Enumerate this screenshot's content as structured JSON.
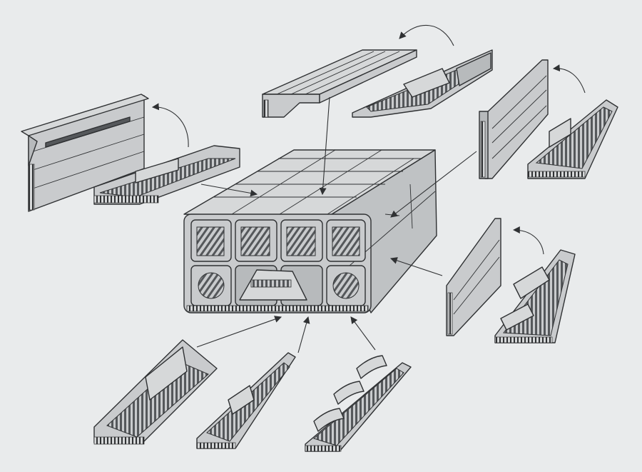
{
  "diagram": {
    "kind": "exploded block assembly",
    "colors": {
      "background": "#e9ebec",
      "panel": "#c9cbcd",
      "panel_light": "#d6d8d9",
      "panel_dark": "#9fa2a5",
      "ribs": "#55585b",
      "line": "#2f3133"
    },
    "components": [
      "deck-panel",
      "deck-panel-reversed",
      "left-side-shell-panel",
      "left-side-shell-reversed",
      "right-side-shell-panel",
      "right-side-shell-reversed",
      "right-lower-shell-panel",
      "right-lower-shell-reversed",
      "bottom-panel-left",
      "bottom-panel-middle",
      "bottom-panel-right",
      "central-block"
    ]
  }
}
